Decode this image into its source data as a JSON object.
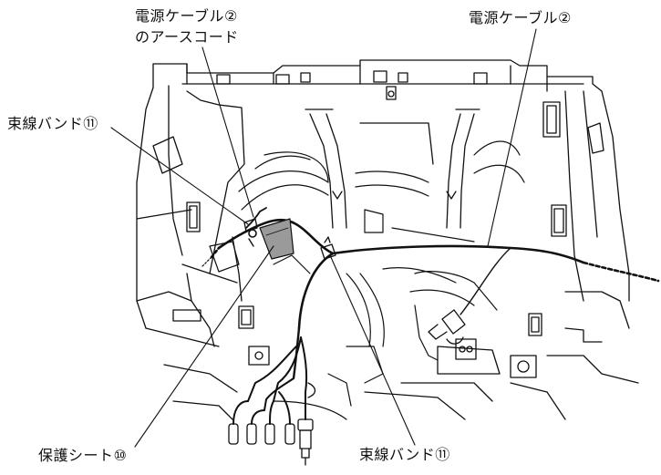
{
  "callouts": {
    "earth_cord_line1": "電源ケーブル②",
    "earth_cord_line2": "のアースコード",
    "power_cable": "電源ケーブル②",
    "band_left": "束線バンド⑪",
    "protect_sheet": "保護シート⑩",
    "band_bottom": "束線バンド⑪"
  },
  "colors": {
    "line": "#111111",
    "sheet": "#9a9a9a",
    "background": "#ffffff"
  }
}
